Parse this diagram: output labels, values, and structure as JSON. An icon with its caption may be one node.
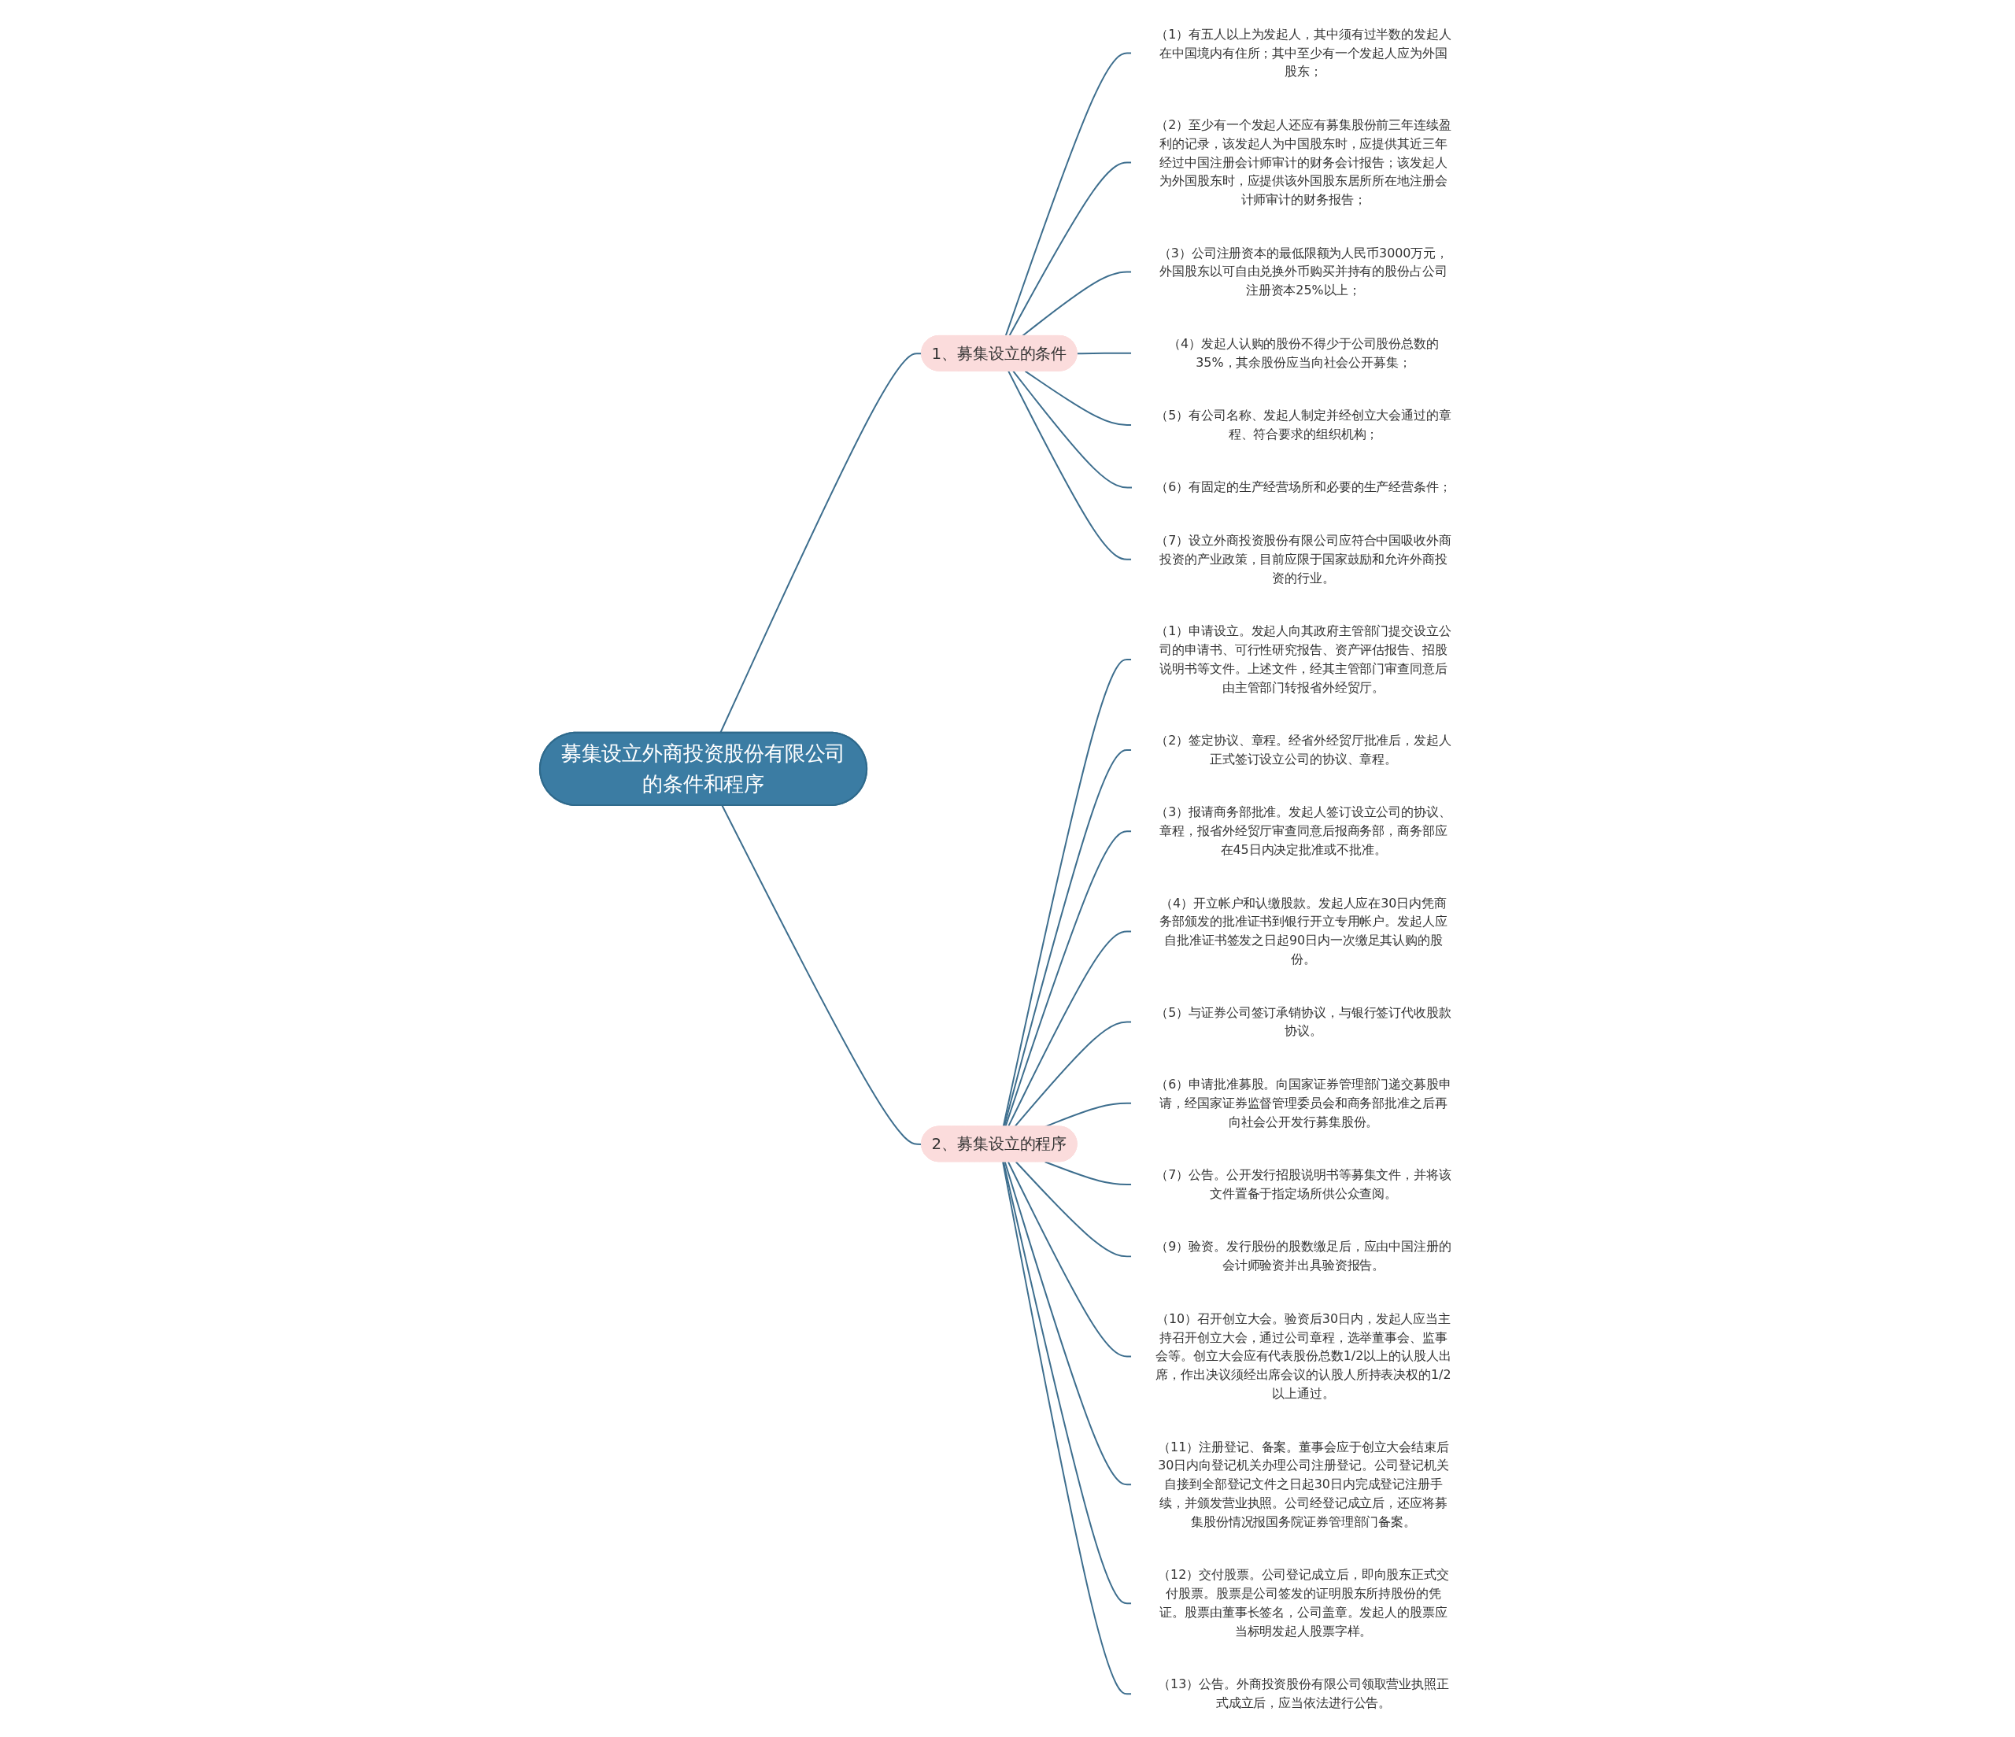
{
  "diagram": {
    "nodes": [
      {
        "text": [
          "募集设立外商投资股份有限公司的条件和程序"
        ]
      },
      {
        "text": [
          "1、募集设立的条件"
        ]
      },
      {
        "text": [
          "（1）有五人以上为发起人，其中须有过半数的发起人在中国境内有住所；其中至少有一个发起人应为外国股东；"
        ]
      },
      {
        "text": [
          "（2）至少有一个发起人还应有募集股份前三年连续盈利的记录，该发起人为中国股东时，应提供其近三年经过中国注册会计师审计的财务会计报告；该发起人为外国股东时，应提供该外国股东居所所在地注册会计师审计的财务报告；"
        ]
      },
      {
        "text": [
          "（3）公司注册资本的最低限额为人民币3000万元，外国股东以可自由兑换外币购买并持有的股份占公司注册资本25%以上；"
        ]
      },
      {
        "text": [
          "（4）发起人认购的股份不得少于公司股份总数的35%，其余股份应当向社会公开募集；"
        ]
      },
      {
        "text": [
          "（5）有公司名称、发起人制定并经创立大会通过的章程、符合要求的组织机构；"
        ]
      },
      {
        "text": [
          "（6）有固定的生产经营场所和必要的生产经营条件；"
        ]
      },
      {
        "text": [
          "（7）设立外商投资股份有限公司应符合中国吸收外商投资的产业政策，目前应限于国家鼓励和允许外商投资的行业。"
        ]
      },
      {
        "text": [
          "2、募集设立的程序"
        ]
      },
      {
        "text": [
          "（1）申请设立。发起人向其政府主管部门提交设立公司的申请书、可行性研究报告、资产评估报告、招股说明书等文件。上述文件，经其主管部门审查同意后由主管部门转报省外经贸厅。"
        ]
      },
      {
        "text": [
          "（2）签定协议、章程。经省外经贸厅批准后，发起人正式签订设立公司的协议、章程。"
        ]
      },
      {
        "text": [
          "（3）报请商务部批准。发起人签订设立公司的协议、章程，报省外经贸厅审查同意后报商务部，商务部应在45日内决定批准或不批准。"
        ]
      },
      {
        "text": [
          "（4）开立帐户和认缴股款。发起人应在30日内凭商务部颁发的批准证书到银行开立专用帐户。发起人应自批准证书签发之日起90日内一次缴足其认购的股份。"
        ]
      },
      {
        "text": [
          "（5）与证券公司签订承销协议，与银行签订代收股款协议。"
        ]
      },
      {
        "text": [
          "（6）申请批准募股。向国家证券管理部门递交募股申请，经国家证券监督管理委员会和商务部批准之后再向社会公开发行募集股份。"
        ]
      },
      {
        "text": [
          "（7）公告。公开发行招股说明书等募集文件，并将该文件置备于指定场所供公众查阅。"
        ]
      },
      {
        "text": [
          "（9）验资。发行股份的股数缴足后，应由中国注册的会计师验资并出具验资报告。"
        ]
      },
      {
        "text": [
          "（10）召开创立大会。验资后30日内，发起人应当主持召开创立大会，通过公司章程，选举董事会、监事会等。创立大会应有代表股份总数1/2以上的认股人出席，作出决议须经出席会议的认股人所持表决权的1/2以上通过。"
        ]
      },
      {
        "text": [
          "（11）注册登记、备案。董事会应于创立大会结束后30日内向登记机关办理公司注册登记。公司登记机关自接到全部登记文件之日起30日内完成登记注册手续，并颁发营业执照。公司经登记成立后，还应将募集股份情况报国务院证券管理部门备案。"
        ]
      },
      {
        "text": [
          "（12）交付股票。公司登记成立后，即向股东正式交付股票。股票是公司签发的证明股东所持股份的凭证。股票由董事长签名，公司盖章。发起人的股票应当标明发起人股票字样。"
        ]
      },
      {
        "text": [
          "（13）公告。外商投资股份有限公司领取营业执照正式成立后，应当依法进行公告。"
        ]
      }
    ],
    "edges": [
      {
        "from": 0,
        "to": 1,
        "arrow": "none"
      },
      {
        "from": 1,
        "to": 2,
        "arrow": "none"
      },
      {
        "from": 1,
        "to": 3,
        "arrow": "none"
      },
      {
        "from": 1,
        "to": 4,
        "arrow": "none"
      },
      {
        "from": 1,
        "to": 5,
        "arrow": "none"
      },
      {
        "from": 1,
        "to": 6,
        "arrow": "none"
      },
      {
        "from": 1,
        "to": 7,
        "arrow": "none"
      },
      {
        "from": 1,
        "to": 8,
        "arrow": "none"
      },
      {
        "from": 0,
        "to": 9,
        "arrow": "none"
      },
      {
        "from": 9,
        "to": 10,
        "arrow": "none"
      },
      {
        "from": 9,
        "to": 11,
        "arrow": "none"
      },
      {
        "from": 9,
        "to": 12,
        "arrow": "none"
      },
      {
        "from": 9,
        "to": 13,
        "arrow": "none"
      },
      {
        "from": 9,
        "to": 14,
        "arrow": "none"
      },
      {
        "from": 9,
        "to": 15,
        "arrow": "none"
      },
      {
        "from": 9,
        "to": 16,
        "arrow": "none"
      },
      {
        "from": 9,
        "to": 17,
        "arrow": "none"
      },
      {
        "from": 9,
        "to": 18,
        "arrow": "none"
      },
      {
        "from": 9,
        "to": 19,
        "arrow": "none"
      },
      {
        "from": 9,
        "to": 20,
        "arrow": "none"
      },
      {
        "from": 9,
        "to": 21,
        "arrow": "none"
      }
    ]
  }
}
